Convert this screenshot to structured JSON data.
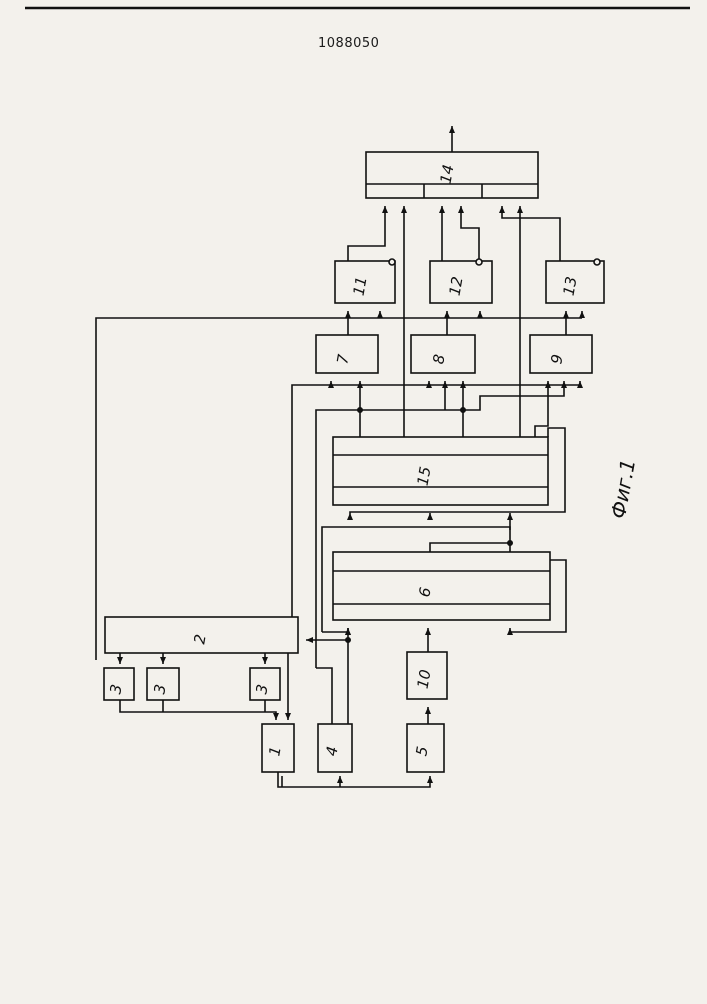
{
  "document": {
    "patent_number": "1088050",
    "figure_caption": "Фиг.1"
  },
  "blocks": {
    "b1": "1",
    "b2": "2",
    "b3a": "3",
    "b3b": "3",
    "b3c": "3",
    "b4": "4",
    "b5": "5",
    "b6": "6",
    "b7": "7",
    "b8": "8",
    "b9": "9",
    "b10": "10",
    "b11": "11",
    "b12": "12",
    "b13": "13",
    "b14": "14",
    "b15": "15"
  },
  "colors": {
    "ink": "#111111",
    "paper": "#f3f1ec"
  }
}
